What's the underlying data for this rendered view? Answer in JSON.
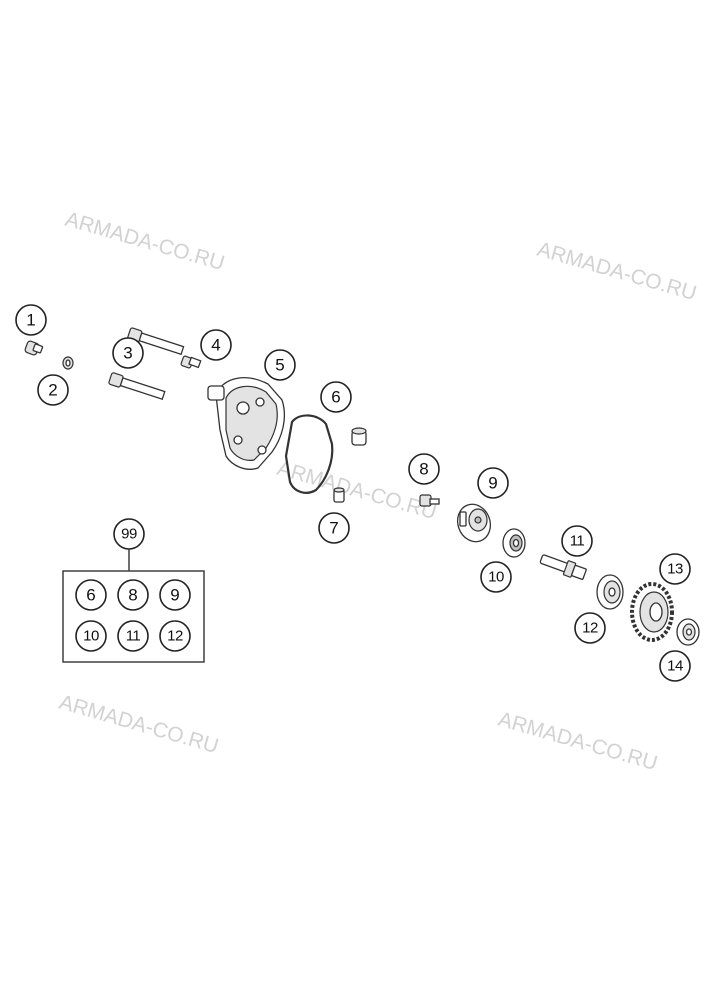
{
  "watermark": {
    "text": "ARMADA-CO.RU",
    "color": "#d2d2d2"
  },
  "callouts": {
    "c1": "1",
    "c2": "2",
    "c3": "3",
    "c4": "4",
    "c5": "5",
    "c6": "6",
    "c7": "7",
    "c8": "8",
    "c9": "9",
    "c10": "10",
    "c11": "11",
    "c12": "12",
    "c13": "13",
    "c14": "14"
  },
  "kit": {
    "number": "99",
    "items": [
      "6",
      "8",
      "9",
      "10",
      "11",
      "12"
    ]
  },
  "parts": [
    "screw-1",
    "washer-2",
    "bolts-3",
    "screw-4",
    "pump-cover-5",
    "gasket-6",
    "sleeve-7",
    "screw-8",
    "impeller-9",
    "seal-10",
    "pump-shaft-11",
    "bearing-12",
    "gear-13",
    "bearing-14"
  ]
}
